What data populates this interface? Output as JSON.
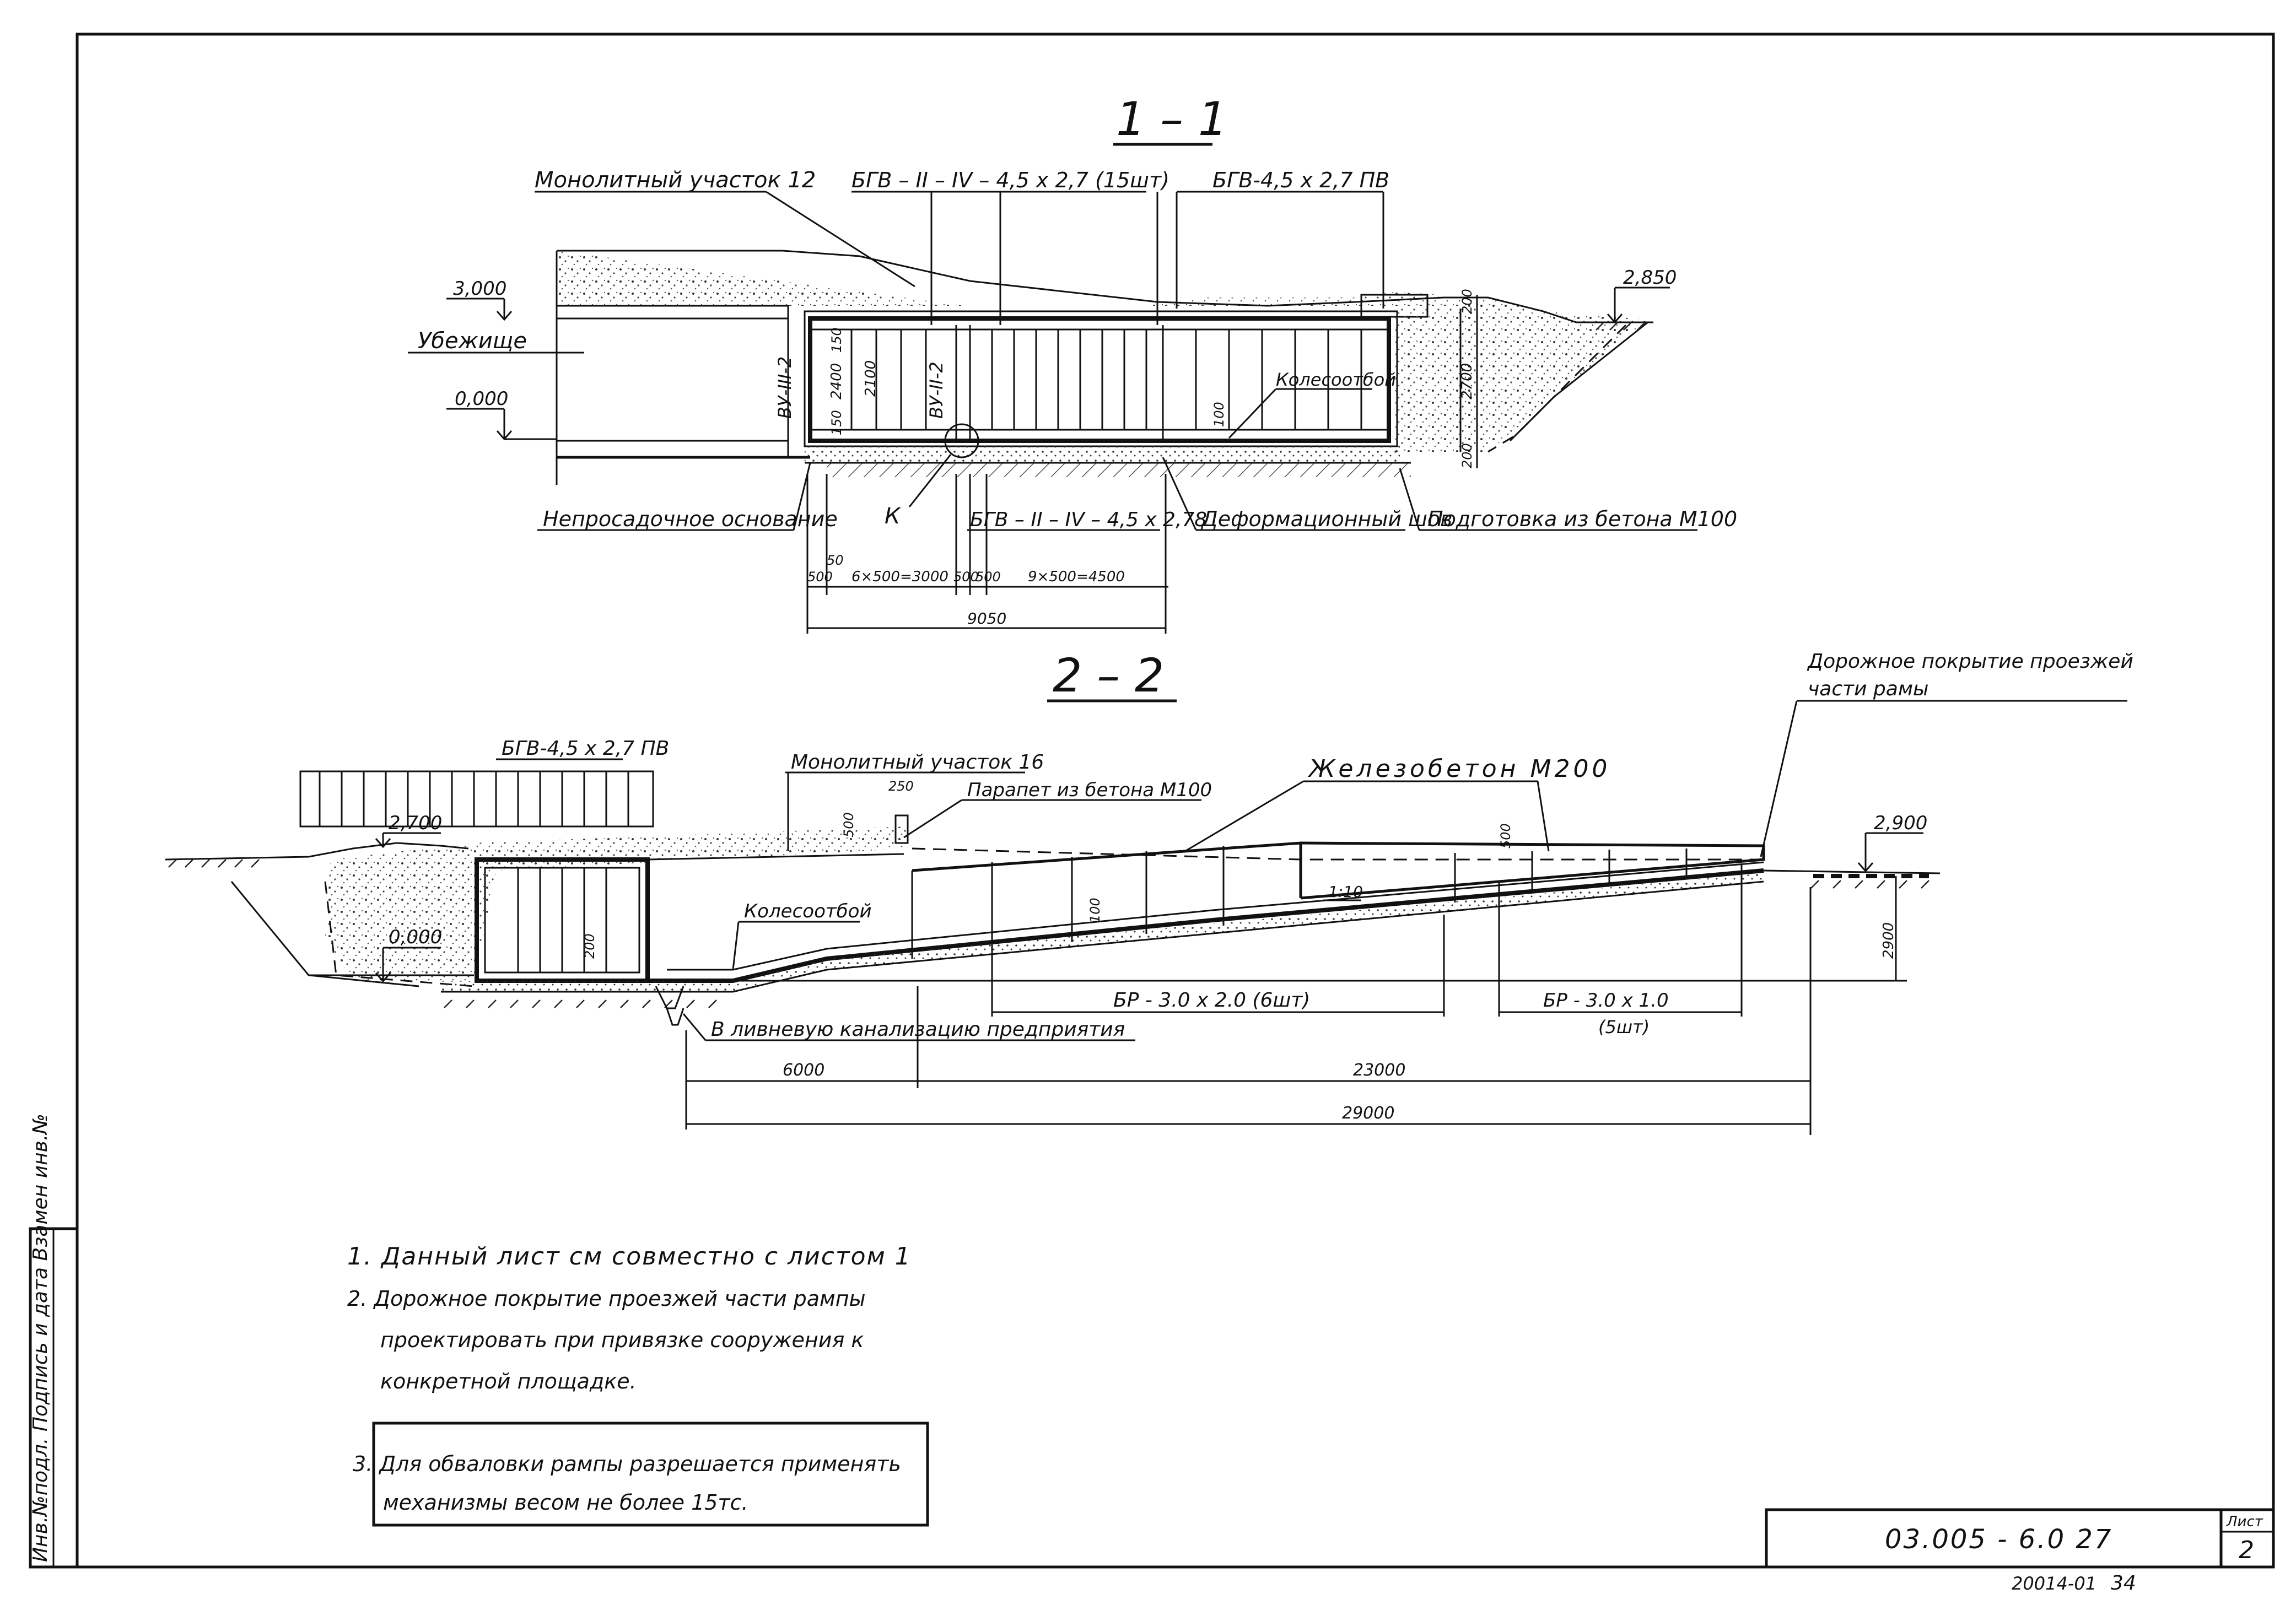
{
  "section_1_1": {
    "title": "1 – 1",
    "labels": {
      "monolith": "Монолитный участок 12",
      "blocks_top": "БГВ – II – IV – 4,5 х 2,7 (15шт)",
      "block_pv": "БГВ-4,5 х 2,7 ПВ",
      "shelter": "Убежище",
      "base": "Непросадочное основание",
      "k": "К",
      "blocks_bottom": "БГВ – II – IV – 4,5 х 2,78",
      "joint": "Деформационный шов",
      "prep": "Подготовка из бетона М100",
      "wheel_guard": "Колесоотбой",
      "vu3": "ВУ-III-2",
      "vu2": "ВУ-II-2"
    },
    "elevations": {
      "left_top": "3,000",
      "left_bottom": "0,000",
      "right": "2,850"
    },
    "dims": {
      "d2400": "2400",
      "d2100": "2100",
      "d150a": "150",
      "d150b": "150",
      "d100": "100",
      "d2700": "2700",
      "d200a": "200",
      "d200b": "200",
      "d50": "50",
      "d500a": "500",
      "d6x500": "6×500=3000",
      "d500b": "500",
      "d500c": "500",
      "d9x500": "9×500=4500",
      "d9050": "9050"
    }
  },
  "section_2_2": {
    "title": "2 – 2",
    "labels": {
      "block_pv": "БГВ-4,5 х 2,7 ПВ",
      "monolith": "Монолитный участок 16",
      "parapet": "Парапет из бетона М100",
      "rc": "Железобетон М200",
      "road": "Дорожное покрытие проезжей части рамы",
      "road_1": "Дорожное покрытие проезжей",
      "road_2": "части рамы",
      "wheel_guard": "Колесоотбой",
      "slope": "1:10",
      "br1": "БР - 3.0 х 2.0  (6шт)",
      "br2": "БР - 3.0 х 1.0",
      "br2_qty": "(5шт)",
      "drain": "В ливневую канализацию предприятия"
    },
    "elevations": {
      "left_top": "2,700",
      "left_bottom": "0,000",
      "right": "2,900"
    },
    "dims": {
      "d250": "250",
      "d500a": "500",
      "d500b": "500",
      "d100": "100",
      "d200": "200",
      "d2900": "2900",
      "d6000": "6000",
      "d23000": "23000",
      "d29000": "29000"
    }
  },
  "notes": [
    "1. Данный лист  см совместно с листом 1",
    "2. Дорожное покрытие проезжей части рампы",
    "проектировать при привязке сооружения к",
    "конкретной площадке."
  ],
  "boxed_note": [
    "3. Для обваловки рампы разрешается применять",
    "механизмы весом не более 15тс."
  ],
  "side_stamp": "Инв.№подл. Подпись и дата Взамен инв.№",
  "title_block": {
    "code": "03.005 - 6.0  27",
    "sheet_label": "Лист",
    "sheet_no": "2"
  },
  "footer": {
    "num": "20014-01",
    "page": "34"
  }
}
